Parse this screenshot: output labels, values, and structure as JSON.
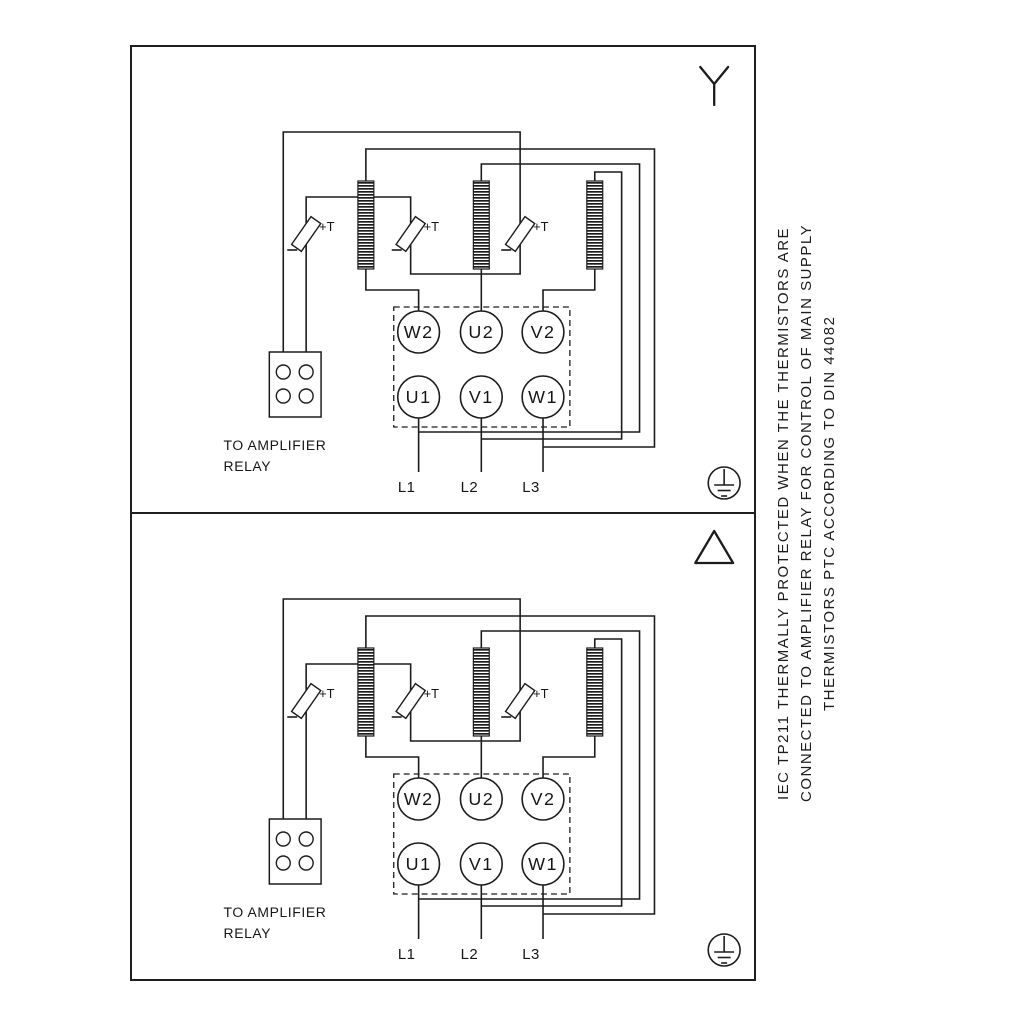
{
  "page": {
    "background": "#ffffff",
    "ink": "#1c1c1c"
  },
  "panels": [
    {
      "name": "star-connection",
      "symbol": "star",
      "thermistor_labels": [
        "+T",
        "+T",
        "+T"
      ],
      "terminals_top": [
        "W2",
        "U2",
        "V2"
      ],
      "terminals_bottom": [
        "U1",
        "V1",
        "W1"
      ],
      "supply_labels": [
        "L1",
        "L2",
        "L3"
      ],
      "relay_caption_line1": "TO AMPLIFIER",
      "relay_caption_line2": "RELAY"
    },
    {
      "name": "delta-connection",
      "symbol": "delta",
      "thermistor_labels": [
        "+T",
        "+T",
        "+T"
      ],
      "terminals_top": [
        "W2",
        "U2",
        "V2"
      ],
      "terminals_bottom": [
        "U1",
        "V1",
        "W1"
      ],
      "supply_labels": [
        "L1",
        "L2",
        "L3"
      ],
      "relay_caption_line1": "TO AMPLIFIER",
      "relay_caption_line2": "RELAY"
    }
  ],
  "side_note": {
    "lines": [
      "IEC TP211 THERMALLY PROTECTED WHEN THE THERMISTORS ARE",
      "CONNECTED TO AMPLIFIER RELAY FOR CONTROL OF MAIN SUPPLY",
      "THERMISTORS PTC ACCORDING TO DIN 44082"
    ]
  }
}
